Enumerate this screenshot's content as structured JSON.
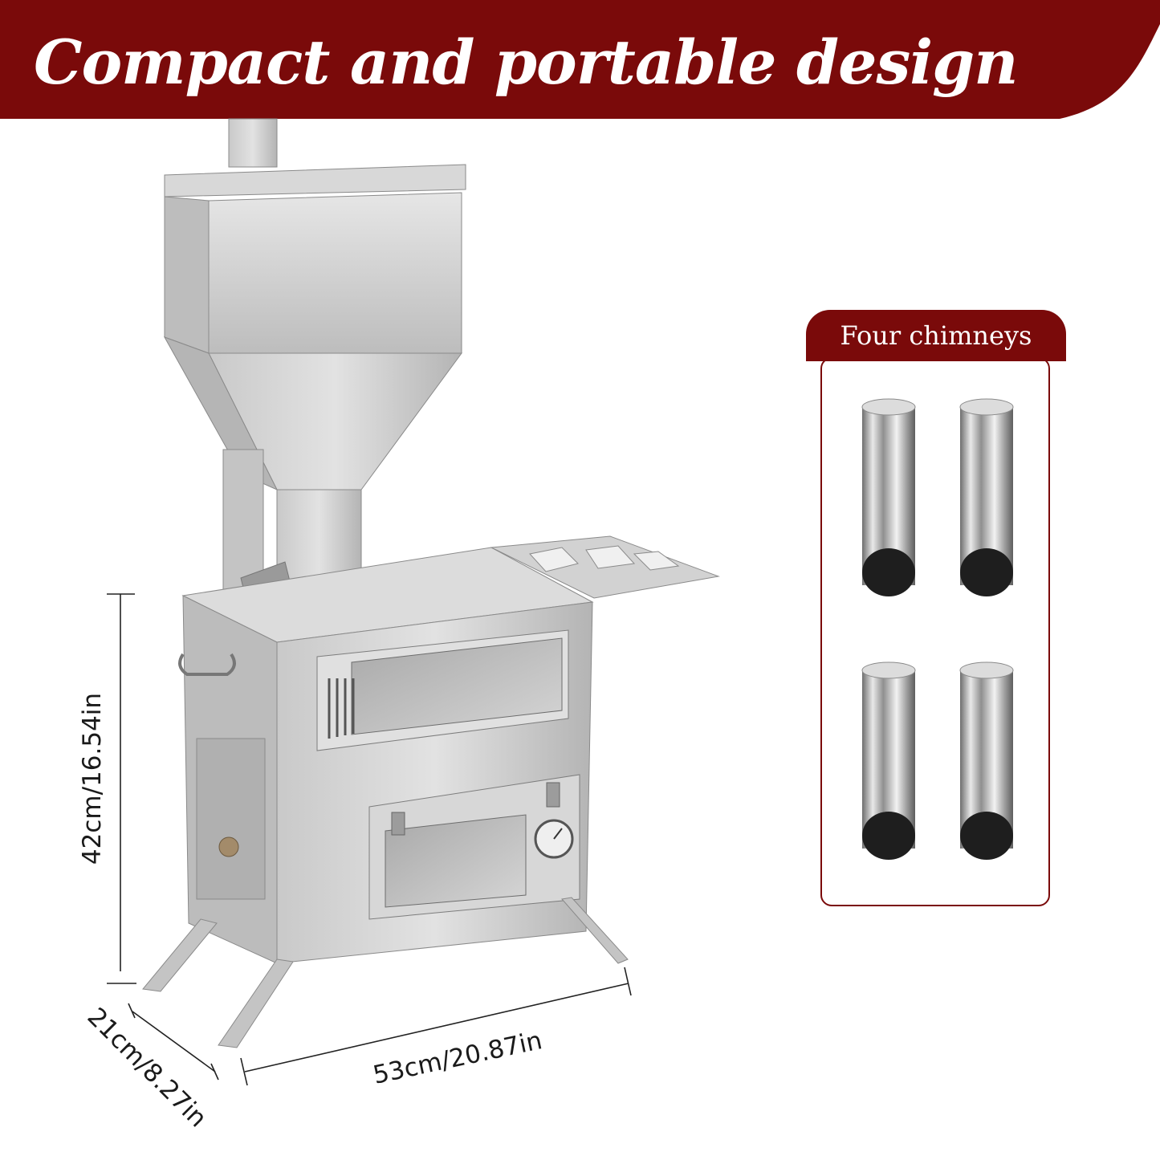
{
  "banner": {
    "title": "Compact and portable design",
    "color": "#7a0a0a"
  },
  "dimensions": {
    "height_label": "42cm/16.54in",
    "depth_label": "21cm/8.27in",
    "width_label": "53cm/20.87in"
  },
  "accessory_panel": {
    "title": "Four chimneys",
    "item_count": 4,
    "item_icon": "chimney-pipe-icon"
  }
}
